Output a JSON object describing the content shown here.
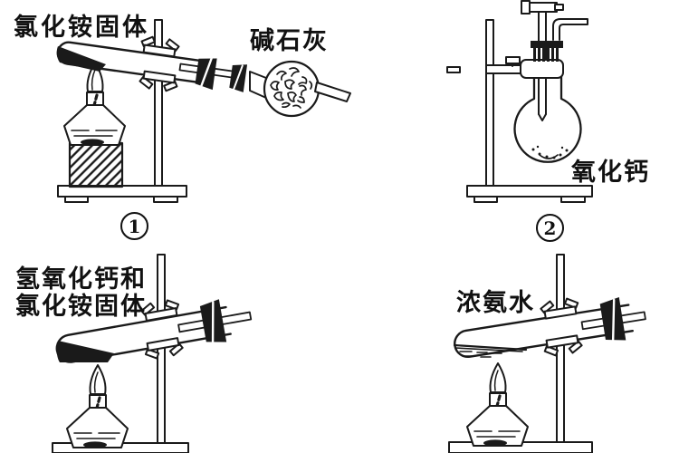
{
  "colors": {
    "ink": "#1a1a1a",
    "paper": "#ffffff"
  },
  "setups": [
    {
      "name": "setup-1",
      "number": "1",
      "reagent_label": "氯化铵固体",
      "accessory_label": "碱石灰",
      "apparatus": [
        "test-tube",
        "iron-stand",
        "clamp",
        "alcohol-lamp",
        "wood-block",
        "drying-bulb"
      ]
    },
    {
      "name": "setup-2",
      "number": "2",
      "reagent_label": "氧化钙",
      "apparatus": [
        "round-bottom-flask",
        "iron-stand",
        "clamp",
        "stopcock-funnel-stem",
        "delivery-tube"
      ]
    },
    {
      "name": "setup-3",
      "reagent_label_line1": "氢氧化钙和",
      "reagent_label_line2": "氯化铵固体",
      "apparatus": [
        "test-tube",
        "iron-stand",
        "clamp",
        "alcohol-lamp"
      ]
    },
    {
      "name": "setup-4",
      "reagent_label": "浓氨水",
      "apparatus": [
        "test-tube",
        "iron-stand",
        "clamp",
        "alcohol-lamp"
      ]
    }
  ]
}
